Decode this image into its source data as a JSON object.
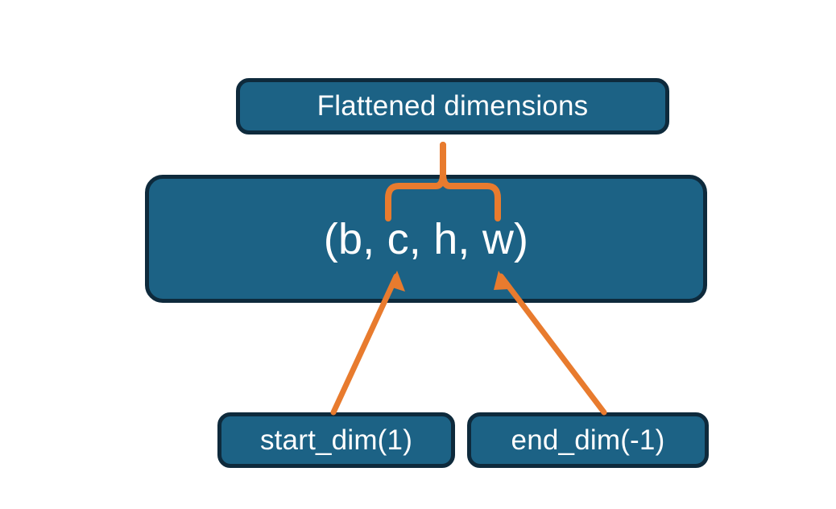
{
  "diagram": {
    "title_node": {
      "label": "Flattened dimensions"
    },
    "shape_node": {
      "label": "(b, c, h, w)"
    },
    "start_node": {
      "label": "start_dim(1)"
    },
    "end_node": {
      "label": "end_dim(-1)"
    },
    "annotations": {
      "brace_name": "curly-brace-over-flattened-dims",
      "left_arrow_name": "arrow-start-dim-to-c",
      "right_arrow_name": "arrow-end-dim-to-w"
    }
  },
  "colors": {
    "background": "#ffffff",
    "node_fill": "#1c6285",
    "node_border": "#0e2a3c",
    "node_text": "#ffffff",
    "accent_orange": "#e87b2e"
  }
}
